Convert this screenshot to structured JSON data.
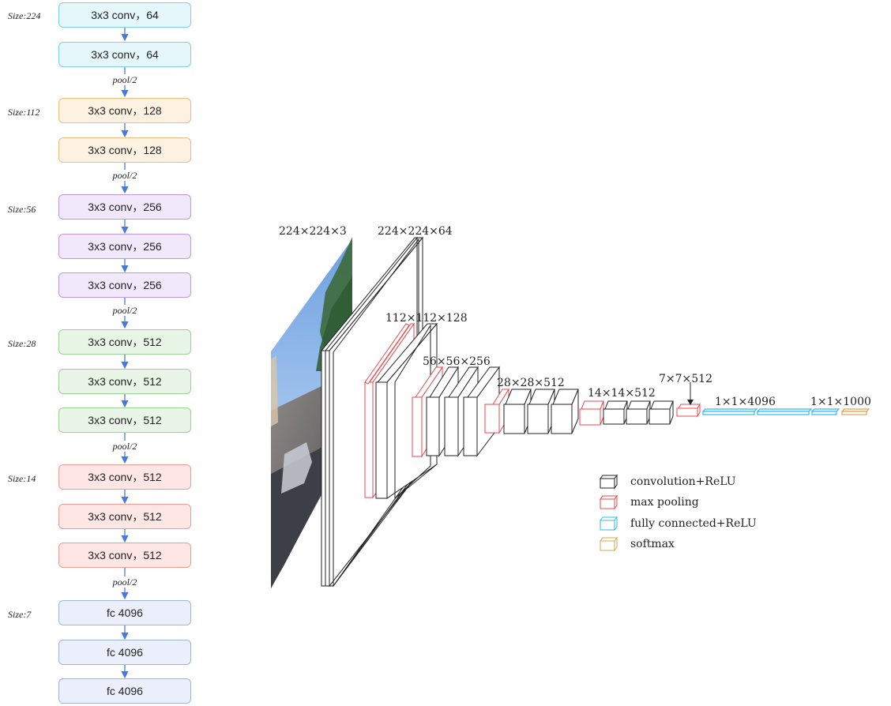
{
  "left_diagram": {
    "size_labels": [
      "Size:224",
      "Size:112",
      "Size:56",
      "Size:28",
      "Size:14",
      "Size:7"
    ],
    "blocks": [
      "3x3 conv，64",
      "3x3 conv，64",
      "3x3 conv，128",
      "3x3 conv，128",
      "3x3 conv，256",
      "3x3 conv，256",
      "3x3 conv，256",
      "3x3 conv，512",
      "3x3 conv，512",
      "3x3 conv，512",
      "3x3 conv，512",
      "3x3 conv，512",
      "3x3 conv，512",
      "fc 4096",
      "fc 4096",
      "fc 4096"
    ],
    "pool_label": "pool/2"
  },
  "right_diagram": {
    "dims": [
      "224×224×3",
      "224×224×64",
      "112×112×128",
      "56×56×256",
      "28×28×512",
      "14×14×512",
      "7×7×512",
      "1×1×4096",
      "1×1×1000"
    ],
    "legend": [
      {
        "label": "convolution+ReLU",
        "color": "#222222"
      },
      {
        "label": "max pooling",
        "color": "#e8484d"
      },
      {
        "label": "fully connected+ReLU",
        "color": "#36b9e6"
      },
      {
        "label": "softmax",
        "color": "#d9a35a"
      }
    ]
  }
}
